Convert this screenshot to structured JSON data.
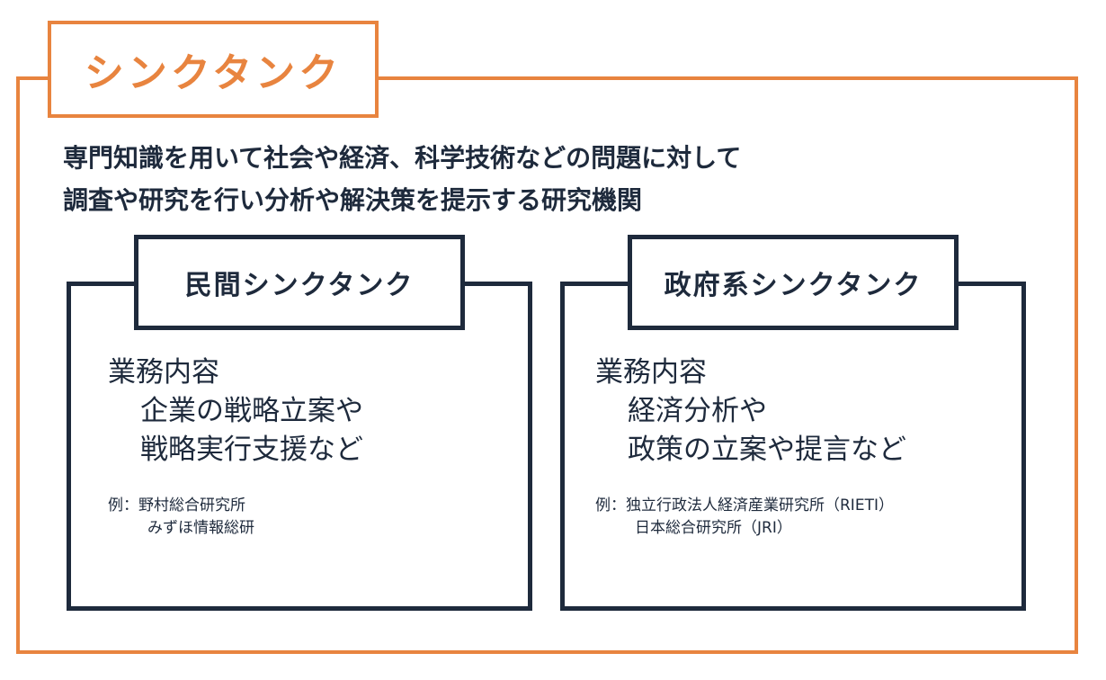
{
  "title": "シンクタンク",
  "description": [
    "専門知識を用いて社会や経済、科学技術などの問題に対して",
    "調査や研究を行い分析や解決策を提示する研究機関"
  ],
  "colors": {
    "accent": "#e8843f",
    "navy": "#1e2a3c"
  },
  "cards": [
    {
      "label": "民間シンクタンク",
      "business_heading": "業務内容",
      "business_items": [
        "企業の戦略立案や",
        "戦略実行支援など"
      ],
      "example_prefix": "例：",
      "examples": [
        "野村総合研究所",
        "みずほ情報総研"
      ]
    },
    {
      "label": "政府系シンクタンク",
      "business_heading": "業務内容",
      "business_items": [
        "経済分析や",
        "政策の立案や提言など"
      ],
      "example_prefix": "例：",
      "examples": [
        "独立行政法人経済産業研究所（RIETI）",
        "日本総合研究所（JRI）"
      ]
    }
  ]
}
